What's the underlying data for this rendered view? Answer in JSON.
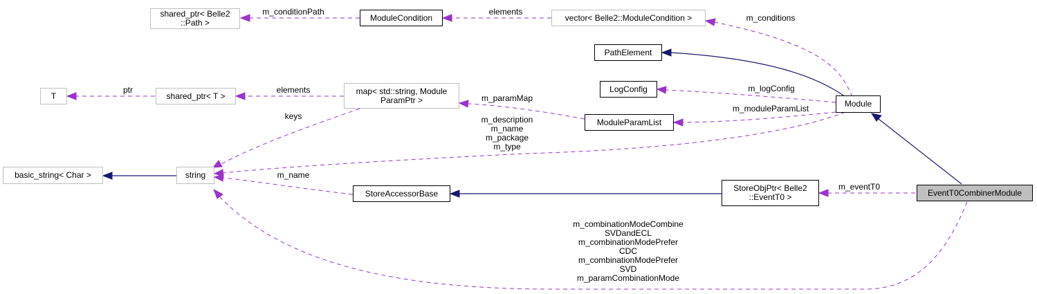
{
  "diagram": {
    "type": "doxygen-collaboration-graph",
    "focus_class": "EventT0CombinerModule",
    "colors": {
      "dependency_edge": "#9a32cd",
      "inheritance_edge": "#191970",
      "focus_fill": "#bfbfbf",
      "undocumented_border": "#bfbfbf",
      "documented_border": "#000000"
    },
    "nodes": {
      "shared_ptr_path": "shared_ptr< Belle2\n::Path >",
      "module_condition": "ModuleCondition",
      "vector_module_condition": "vector< Belle2::ModuleCondition >",
      "path_element": "PathElement",
      "log_config": "LogConfig",
      "T": "T",
      "shared_ptr_T": "shared_ptr< T >",
      "map_param": "map< std::string, Module\nParamPtr >",
      "module_param_list": "ModuleParamList",
      "module": "Module",
      "basic_string": "basic_string< Char >",
      "string": "string",
      "store_accessor_base": "StoreAccessorBase",
      "store_obj_ptr": "StoreObjPtr< Belle2\n::EventT0 >",
      "event_t0_combiner_module": "EventT0CombinerModule"
    },
    "edge_labels": {
      "m_conditionPath": "m_conditionPath",
      "elements_vector": "elements",
      "m_conditions": "m_conditions",
      "ptr": "ptr",
      "elements_map": "elements",
      "m_logConfig": "m_logConfig",
      "m_paramMap": "m_paramMap",
      "m_moduleParamList": "m_moduleParamList",
      "keys": "keys",
      "module_strings": "m_description\nm_name\nm_package\nm_type",
      "m_name": "m_name",
      "m_eventT0": "m_eventT0",
      "combination_modes": "m_combinationModeCombine\nSVDandECL\nm_combinationModePrefer\nCDC\nm_combinationModePrefer\nSVD\nm_paramCombinationMode"
    }
  }
}
